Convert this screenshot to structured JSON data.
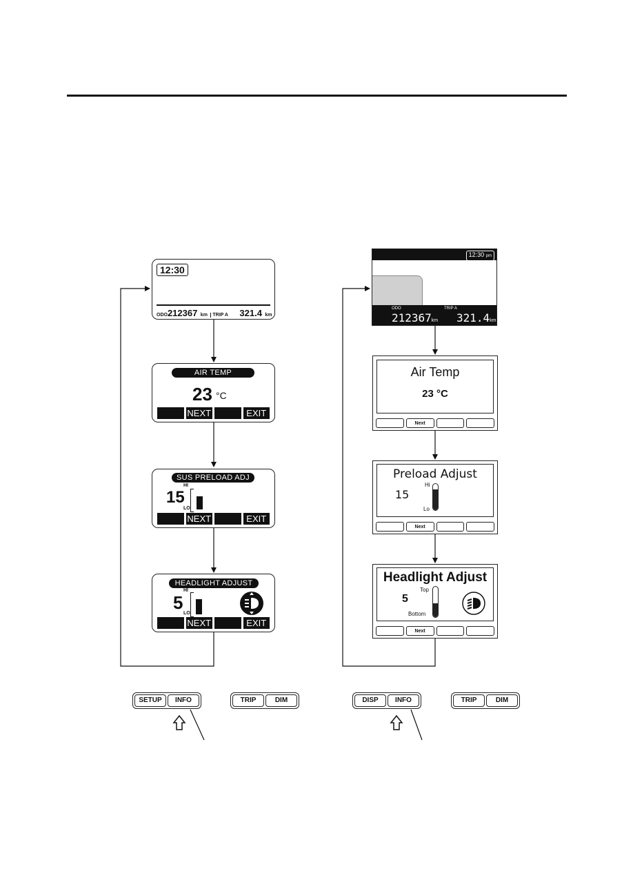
{
  "left": {
    "home": {
      "clock": "12:30",
      "odo_label": "ODO",
      "odo_value": "212367",
      "odo_unit": "km",
      "trip_label": "TRIP A",
      "trip_value": "321.4",
      "trip_unit": "km"
    },
    "air_temp": {
      "title": "AIR TEMP",
      "value": "23",
      "unit": "°C",
      "softkeys": [
        "",
        "NEXT",
        "",
        "EXIT"
      ]
    },
    "preload": {
      "title": "SUS PRELOAD ADJ",
      "value": "15",
      "hi": "HI",
      "lo": "LO",
      "level": 0.55,
      "softkeys": [
        "",
        "NEXT",
        "",
        "EXIT"
      ]
    },
    "headlight": {
      "title": "HEADLIGHT ADJUST",
      "value": "5",
      "hi": "HI",
      "lo": "LO",
      "level": 0.6,
      "softkeys": [
        "",
        "NEXT",
        "",
        "EXIT"
      ]
    },
    "switch_left": [
      "SETUP",
      "INFO"
    ],
    "switch_right": [
      "TRIP",
      "DIM"
    ]
  },
  "right": {
    "home": {
      "clock": "12:30",
      "clock_suffix": "pm",
      "odo_label": "ODO",
      "odo_value": "212367",
      "odo_unit": "km",
      "trip_label": "TRIP A",
      "trip_value": "321.4",
      "trip_unit": "km"
    },
    "air_temp": {
      "title": "Air Temp",
      "value": "23 °C",
      "softkeys": [
        "",
        "Next",
        "",
        ""
      ]
    },
    "preload": {
      "title": "Preload Adjust",
      "value": "15",
      "hi": "Hi",
      "lo": "Lo",
      "level": 0.78,
      "softkeys": [
        "",
        "Next",
        "",
        ""
      ]
    },
    "headlight": {
      "title": "Headlight Adjust",
      "value": "5",
      "top": "Top",
      "bottom": "Bottom",
      "level": 0.45,
      "softkeys": [
        "",
        "Next",
        "",
        ""
      ]
    },
    "switch_left": [
      "DISP",
      "INFO"
    ],
    "switch_right": [
      "TRIP",
      "DIM"
    ]
  },
  "colors": {
    "ink": "#111111",
    "panel_fill": "#d0d0d0"
  }
}
